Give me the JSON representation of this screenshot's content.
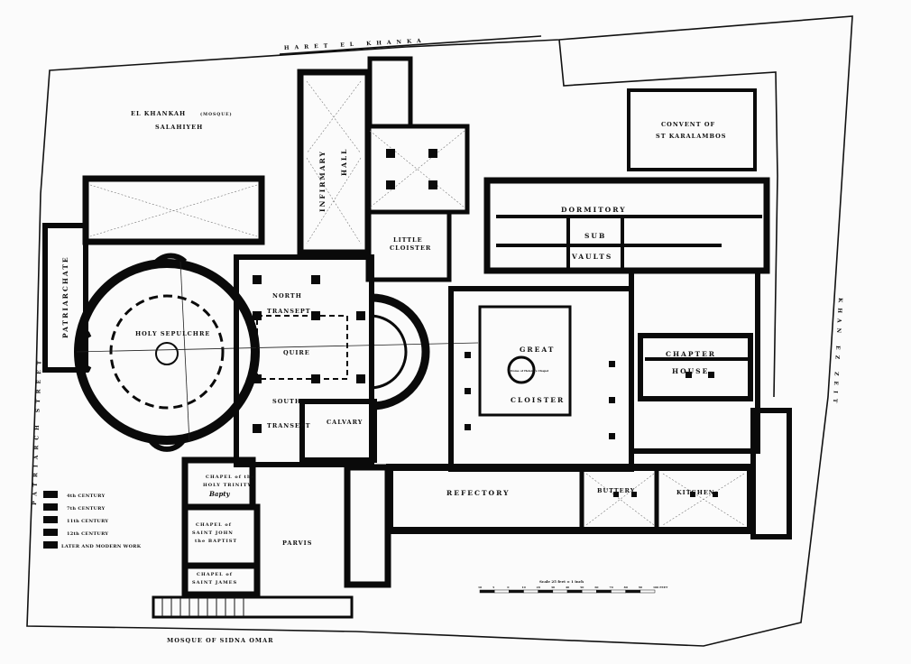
{
  "title": "Church of the Holy Sepulchre, Jerusalem — Ground Plan",
  "streets": {
    "north": "HARET EL KHANKA",
    "west": "PATRIARCH STREET",
    "east": "KHAN EZ ZEIT",
    "south": "MOSQUE OF SIDNA OMAR"
  },
  "labels": {
    "khankah": "EL KHANKAH",
    "khankah_note": "(MOSQUE)",
    "salahiyeh": "SALAHIYEH",
    "convent_1": "CONVENT OF",
    "convent_2": "ST KARALAMBOS",
    "dormitory": "DORMITORY",
    "sub": "SUB",
    "vaults": "VAULTS",
    "infirmary": "INFIRMARY",
    "hall": "HALL",
    "little_1": "LITTLE",
    "little_2": "CLOISTER",
    "patriarchate": "PATRIARCHATE",
    "holy_sepulchre": "HOLY SEPULCHRE",
    "north_1": "NORTH",
    "north_2": "TRANSEPT",
    "quire": "QUIRE",
    "south_1": "SOUTH",
    "south_2": "TRANSEPT",
    "calvary": "CALVARY",
    "great": "GREAT",
    "cloister": "CLOISTER",
    "chapel_center": "Dome of Helena's Chapel",
    "chapter": "CHAPTER",
    "house": "HOUSE",
    "refectory": "REFECTORY",
    "buttery": "BUTTERY",
    "kitchen": "KITCHEN",
    "parvis": "PARVIS",
    "trinity_1": "CHAPEL of the",
    "trinity_2": "HOLY TRINITY",
    "trinity_3": "Bapty",
    "john_1": "CHAPEL of",
    "john_2": "SAINT JOHN",
    "john_3": "the BAPTIST",
    "james_1": "CHAPEL of",
    "james_2": "SAINT JAMES"
  },
  "legend": [
    {
      "label": "4th CENTURY",
      "color": "#0a0a0a"
    },
    {
      "label": "7th CENTURY",
      "color": "#0a0a0a"
    },
    {
      "label": "11th CENTURY",
      "color": "#0a0a0a"
    },
    {
      "label": "12th CENTURY",
      "color": "#0a0a0a"
    },
    {
      "label": "LATER AND MODERN WORK",
      "color": "#0a0a0a"
    }
  ],
  "scale": {
    "caption": "Scale 25 feet = 1 inch",
    "ticks": [
      "10",
      "5",
      "0",
      "10",
      "20",
      "30",
      "40",
      "50",
      "60",
      "70",
      "80",
      "90",
      "100 FEET"
    ]
  }
}
